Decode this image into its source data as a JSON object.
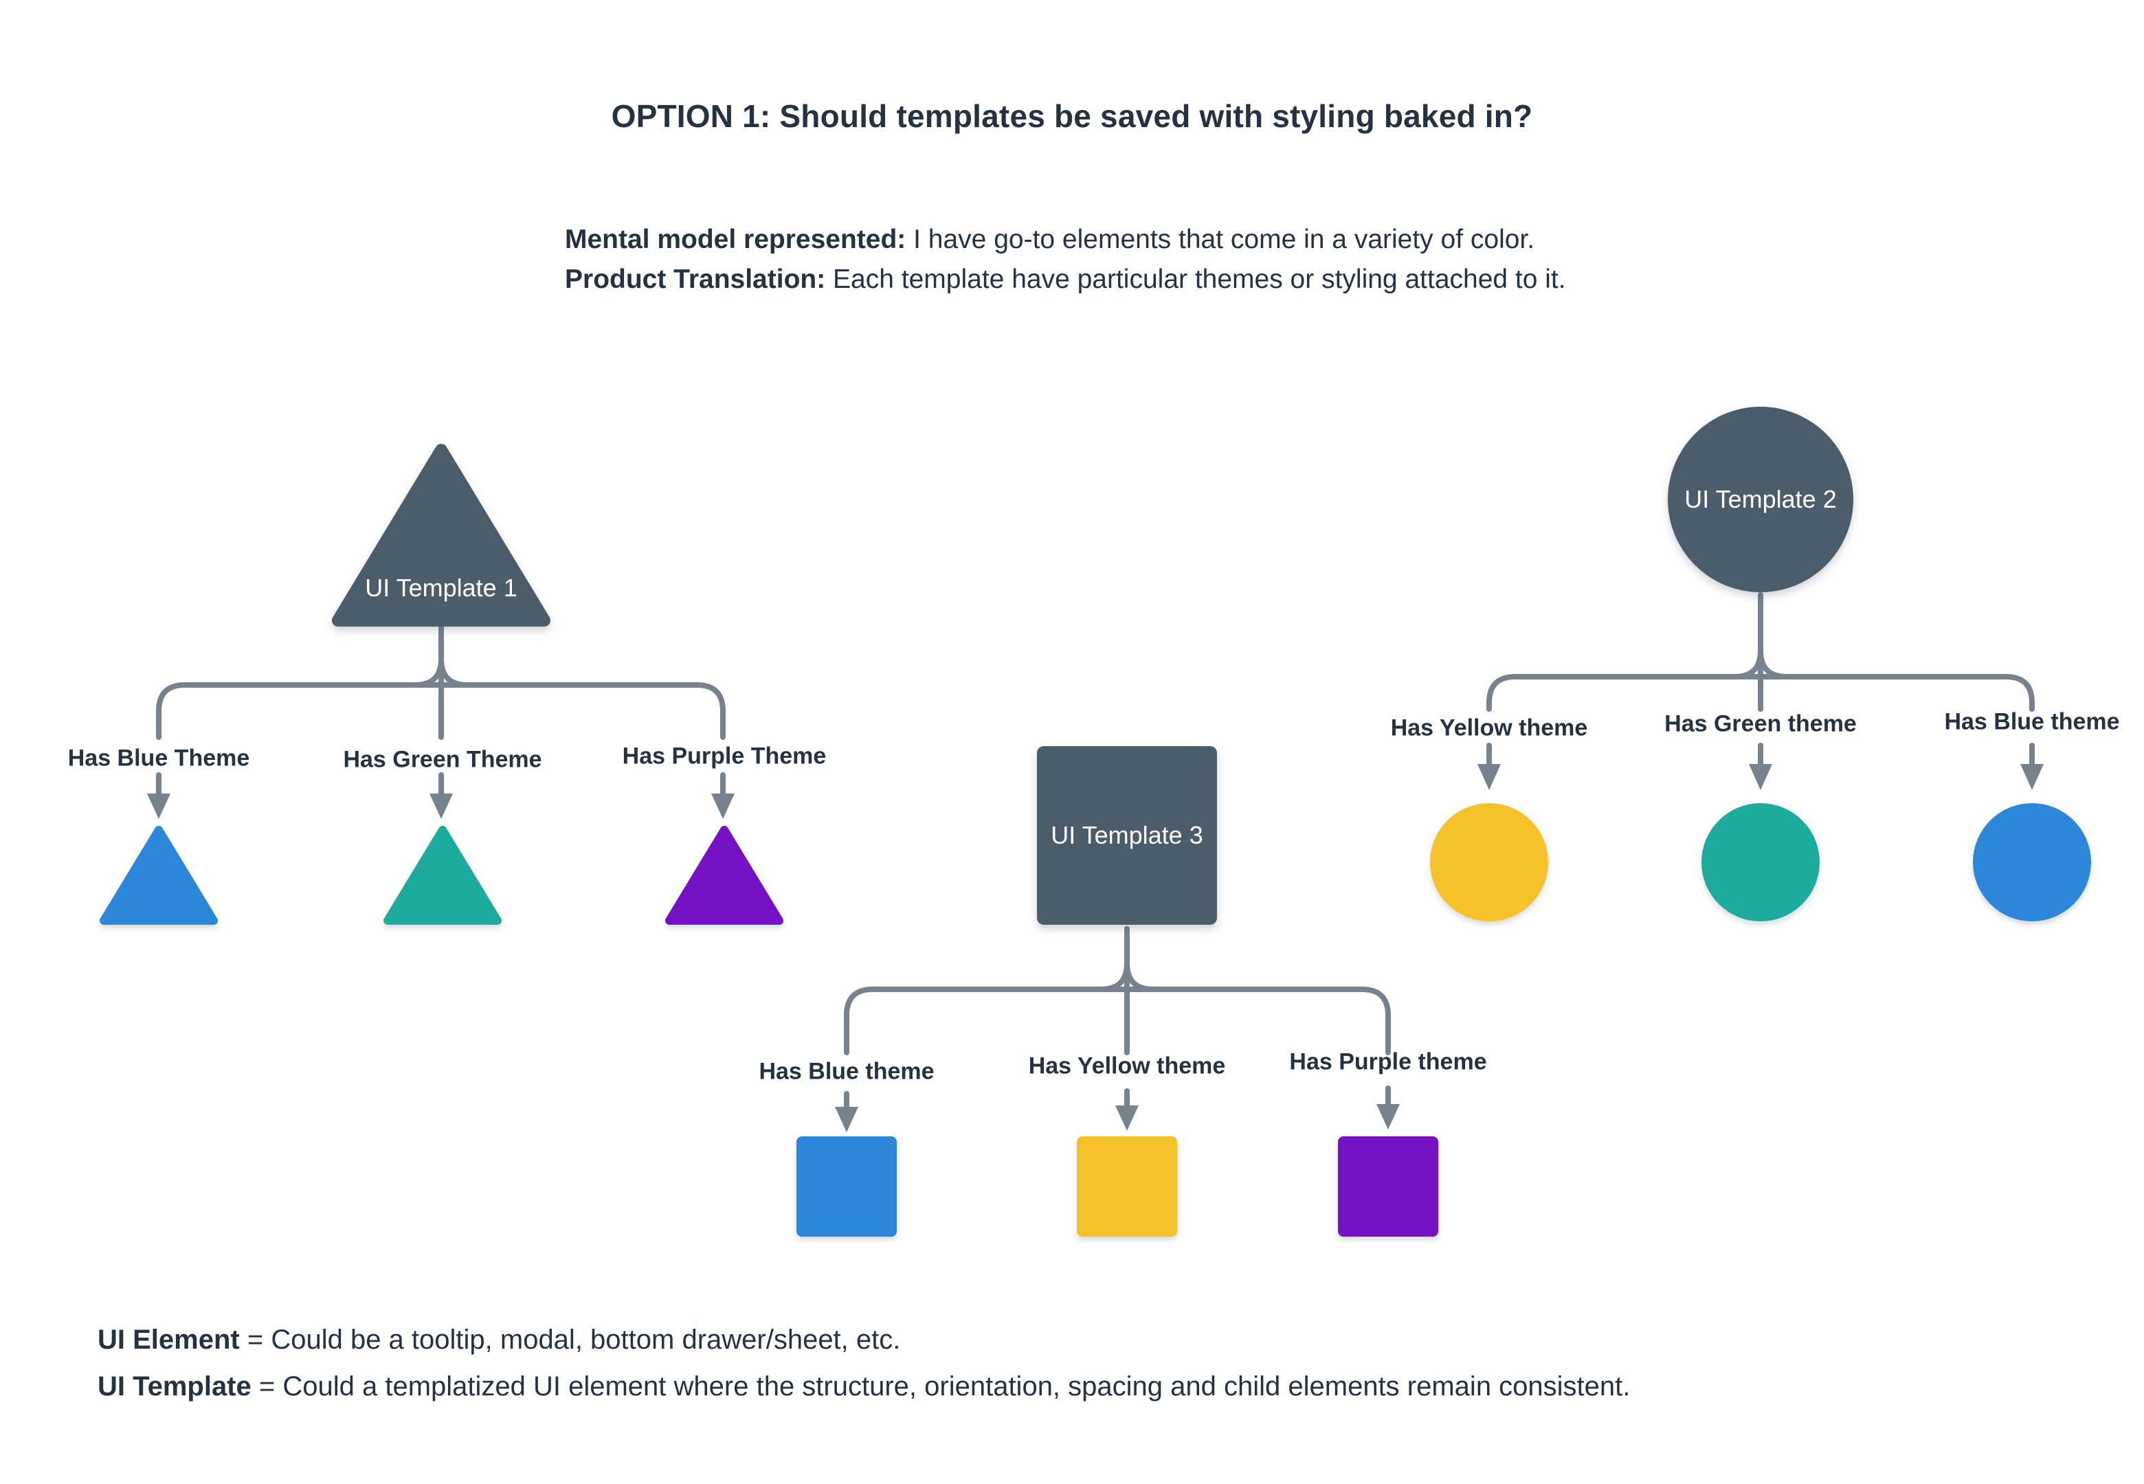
{
  "title": "OPTION 1: Should templates be saved with styling baked in?",
  "intro": {
    "mental_model_label": "Mental model represented:",
    "mental_model_text": "I have go-to elements that come in a variety of color.",
    "product_translation_label": "Product Translation:",
    "product_translation_text": "Each template have particular themes or styling attached to it."
  },
  "trees": [
    {
      "root_label": "UI Template 1",
      "root_shape": "triangle",
      "children": [
        {
          "label": "Has Blue Theme",
          "shape": "triangle",
          "color": "#2C86DA"
        },
        {
          "label": "Has Green Theme",
          "shape": "triangle",
          "color": "#1CAB9D"
        },
        {
          "label": "Has Purple Theme",
          "shape": "triangle",
          "color": "#7512C6"
        }
      ]
    },
    {
      "root_label": "UI Template 2",
      "root_shape": "circle",
      "children": [
        {
          "label": "Has Yellow theme",
          "shape": "circle",
          "color": "#F6C22A"
        },
        {
          "label": "Has Green theme",
          "shape": "circle",
          "color": "#1CAB9D"
        },
        {
          "label": "Has Blue theme",
          "shape": "circle",
          "color": "#2C86DA"
        }
      ]
    },
    {
      "root_label": "UI Template 3",
      "root_shape": "square",
      "children": [
        {
          "label": "Has Blue theme",
          "shape": "square",
          "color": "#2C86DA"
        },
        {
          "label": "Has Yellow theme",
          "shape": "square",
          "color": "#F6C22A"
        },
        {
          "label": "Has Purple theme",
          "shape": "square",
          "color": "#7512C6"
        }
      ]
    }
  ],
  "footnotes": [
    {
      "term": "UI Element",
      "definition": "= Could be a tooltip, modal, bottom drawer/sheet, etc."
    },
    {
      "term": "UI Template",
      "definition": "= Could a templatized UI element where the structure, orientation, spacing and child elements remain consistent."
    }
  ],
  "colors": {
    "background": "#FFFFFF",
    "text": "#243241",
    "node": "#4B5C6B",
    "node_label": "#FFFFFF",
    "connector": "#76838F",
    "blue": "#2C86DA",
    "green": "#1CAB9D",
    "purple": "#7512C6",
    "yellow": "#F6C22A"
  }
}
